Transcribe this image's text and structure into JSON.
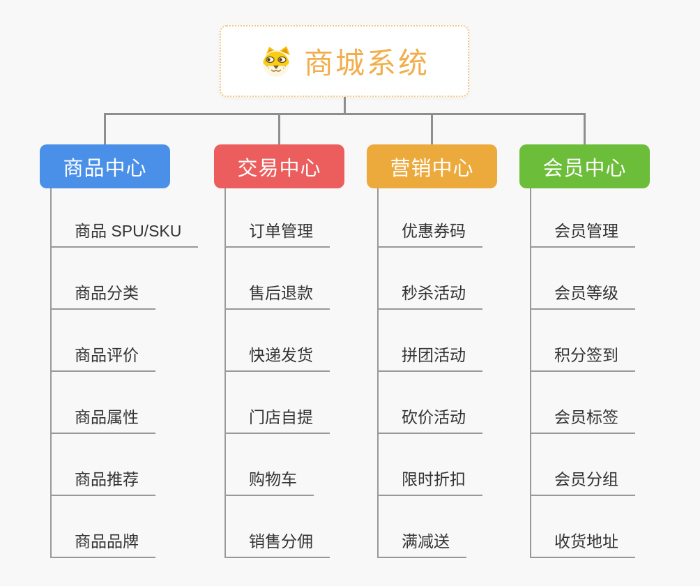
{
  "root": {
    "title": "商城系统",
    "icon": "dog-face-icon"
  },
  "branches": [
    {
      "label": "商品中心",
      "color": "#4a90e9",
      "children": [
        "商品 SPU/SKU",
        "商品分类",
        "商品评价",
        "商品属性",
        "商品推荐",
        "商品品牌"
      ]
    },
    {
      "label": "交易中心",
      "color": "#ec5d5d",
      "children": [
        "订单管理",
        "售后退款",
        "快递发货",
        "门店自提",
        "购物车",
        "销售分佣"
      ]
    },
    {
      "label": "营销中心",
      "color": "#edaa3c",
      "children": [
        "优惠券码",
        "秒杀活动",
        "拼团活动",
        "砍价活动",
        "限时折扣",
        "满减送"
      ]
    },
    {
      "label": "会员中心",
      "color": "#6cbe3a",
      "children": [
        "会员管理",
        "会员等级",
        "积分签到",
        "会员标签",
        "会员分组",
        "收货地址"
      ]
    }
  ],
  "colors": {
    "background": "#f8f8f8",
    "connector": "#8e8e8e",
    "child_underline": "#999999",
    "child_text": "#333333",
    "root_border": "#f3c87e",
    "root_text": "#f1ae4d"
  }
}
